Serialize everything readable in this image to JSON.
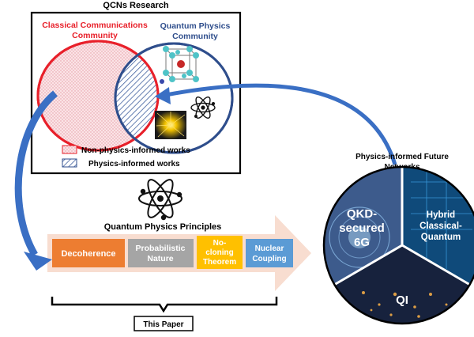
{
  "qcn_box": {
    "title": "QCNs Research",
    "classical_label_line1": "Classical Communications",
    "classical_label_line2": "Community",
    "quantum_label_line1": "Quantum Physics",
    "quantum_label_line2": "Community",
    "legend_non_physics": "Non-physics-informed works",
    "legend_physics": "Physics-informed works"
  },
  "principles": {
    "title": "Quantum Physics Principles",
    "items": [
      {
        "line1": "Decoherence",
        "line2": "",
        "line3": "",
        "color": "#ED7D31"
      },
      {
        "line1": "Probabilistic",
        "line2": "Nature",
        "line3": "",
        "color": "#A5A5A5"
      },
      {
        "line1": "No-",
        "line2": "cloning",
        "line3": "Theorem",
        "color": "#FFC000"
      },
      {
        "line1": "Nuclear",
        "line2": "Coupling",
        "line3": "",
        "color": "#5B9BD5"
      }
    ]
  },
  "this_paper": "This Paper",
  "future": {
    "title_line1": "Physics-informed Future",
    "title_line2": "Networks",
    "qkd_line1": "QKD-",
    "qkd_line2": "secured",
    "qkd_line3": "6G",
    "hybrid_line1": "Hybrid",
    "hybrid_line2": "Classical-",
    "hybrid_line3": "Quantum",
    "qi": "QI"
  },
  "colors": {
    "classical": "#E8202A",
    "quantum": "#2F4E8C",
    "arrow_blue": "#3A6FC4"
  }
}
